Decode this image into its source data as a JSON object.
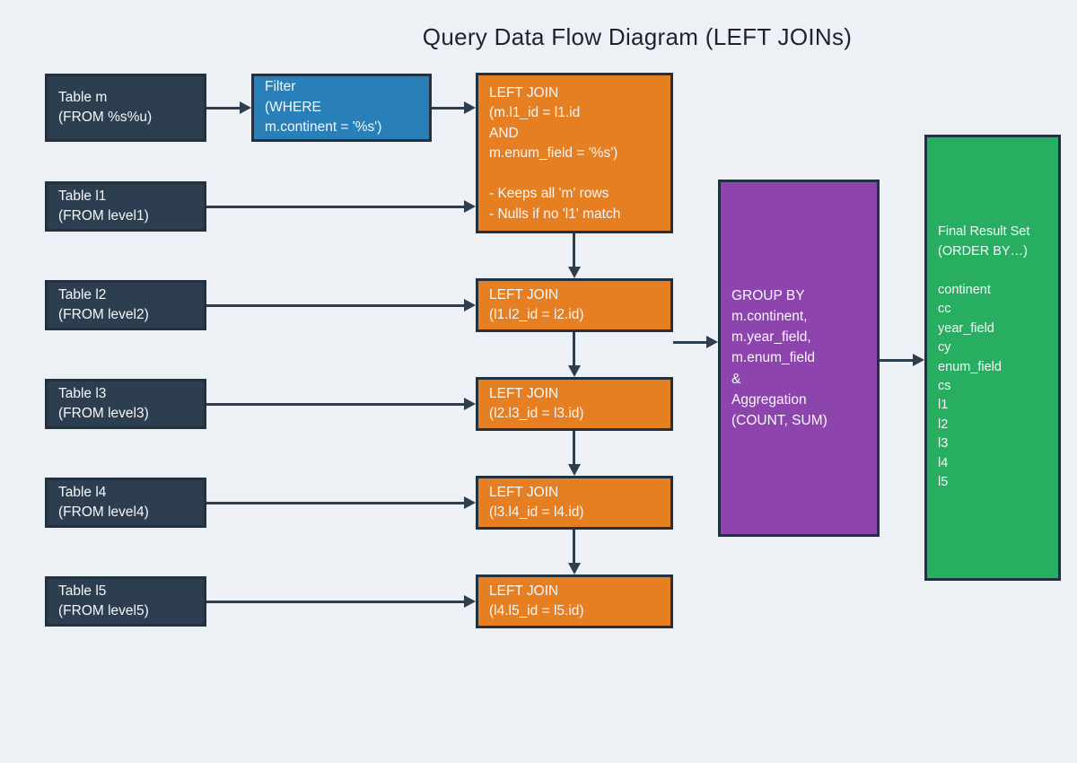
{
  "title": "Query Data Flow Diagram (LEFT JOINs)",
  "colors": {
    "background": "#edf1f6",
    "table_box": "#2d3e50",
    "filter_box": "#2980b9",
    "join_box": "#e67e22",
    "group_box": "#8e44ad",
    "result_box": "#27ae60",
    "box_border": "#22313f",
    "arrow": "#2c3e50",
    "box_text": "#ffffff",
    "title_text": "#1b2430"
  },
  "nodes": {
    "table_m": "Table m\n(FROM %s%u)",
    "filter": "Filter\n(WHERE\nm.continent = '%s')",
    "join_1": "LEFT JOIN\n(m.l1_id = l1.id\nAND\nm.enum_field = '%s')\n\n- Keeps all 'm' rows\n- Nulls if no 'l1' match",
    "table_l1": "Table l1\n(FROM level1)",
    "table_l2": "Table l2\n(FROM level2)",
    "join_2": "LEFT JOIN\n(l1.l2_id = l2.id)",
    "table_l3": "Table l3\n(FROM level3)",
    "join_3": "LEFT JOIN\n(l2.l3_id = l3.id)",
    "table_l4": "Table l4\n(FROM level4)",
    "join_4": "LEFT JOIN\n(l3.l4_id = l4.id)",
    "table_l5": "Table l5\n(FROM level5)",
    "join_5": "LEFT JOIN\n(l4.l5_id = l5.id)",
    "group_by": "GROUP BY\nm.continent,\nm.year_field,\nm.enum_field\n&\nAggregation\n(COUNT, SUM)",
    "result": "Final Result Set\n(ORDER BY…)\n\ncontinent\ncc\nyear_field\ncy\nenum_field\ncs\nl1\nl2\nl3\nl4\nl5"
  }
}
